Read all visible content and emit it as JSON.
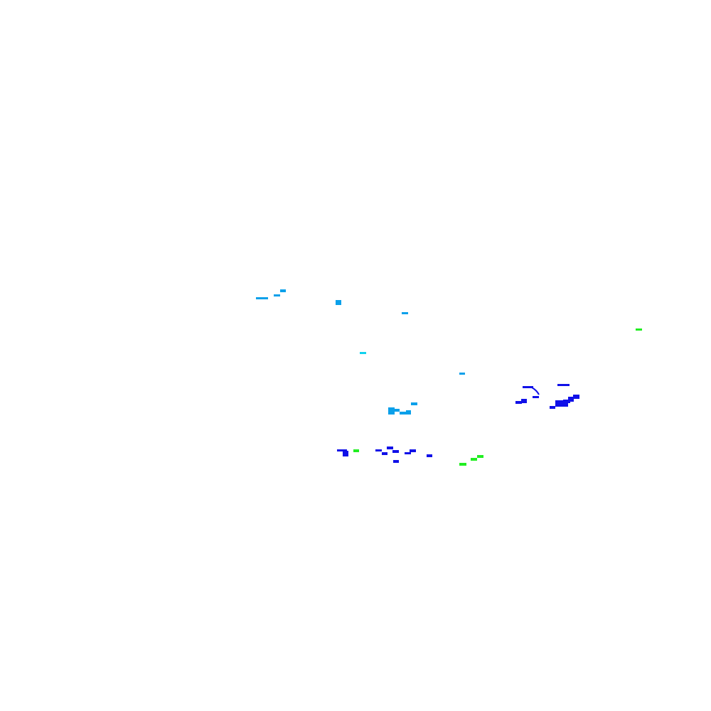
{
  "colors": {
    "background": "#ffffff",
    "light_blue": "#0aa0ea",
    "cyan": "#11d2ee",
    "blue": "#1010e8",
    "green": "#22ee22"
  },
  "mark_groups": [
    {
      "name": "light-blue-fragments",
      "color_key": "light_blue"
    },
    {
      "name": "cyan-fragments",
      "color_key": "cyan"
    },
    {
      "name": "blue-fragments",
      "color_key": "blue"
    },
    {
      "name": "green-fragments",
      "color_key": "green"
    }
  ]
}
